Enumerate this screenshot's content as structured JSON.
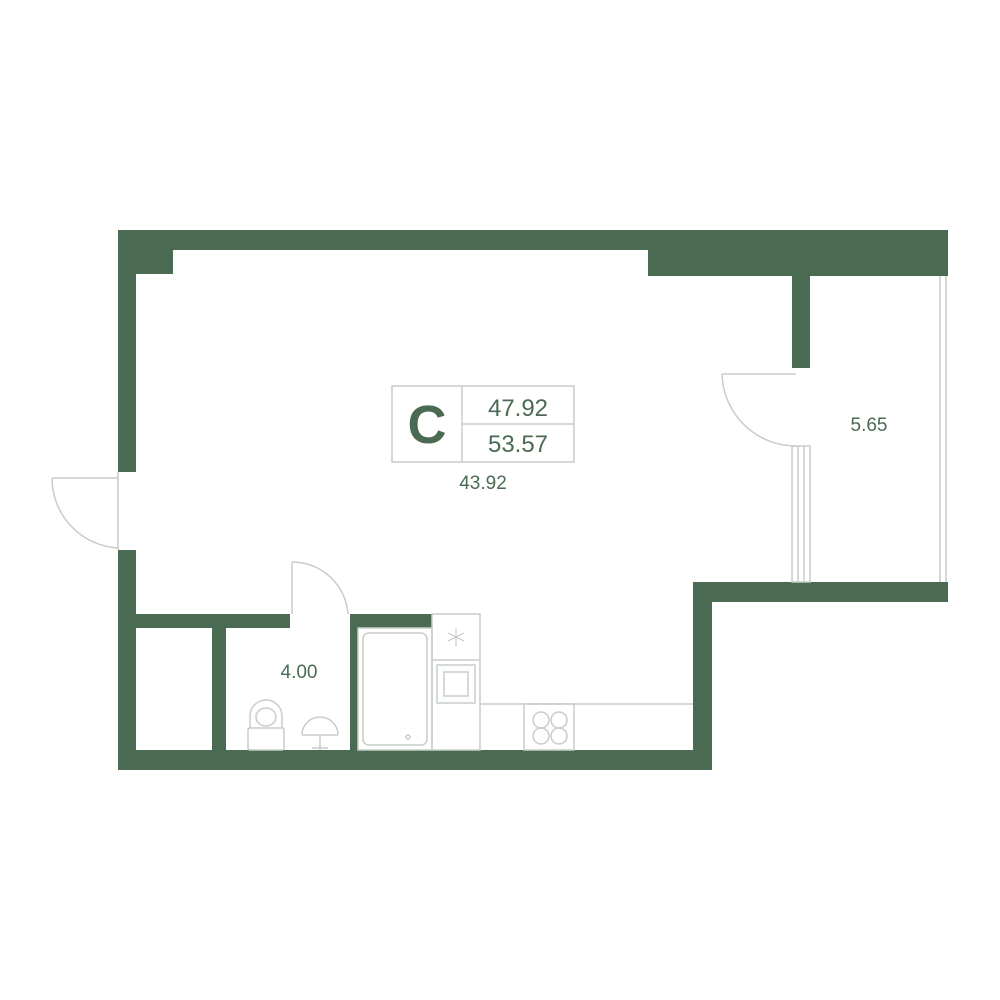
{
  "colors": {
    "wall": "#4a6a52",
    "line": "#c8cdc9",
    "text": "#4a6a52",
    "background": "#ffffff"
  },
  "apartment": {
    "type_letter": "C",
    "living_area": "47.92",
    "total_area": "53.57"
  },
  "rooms": {
    "studio_area": "43.92",
    "bathroom_area": "4.00",
    "balcony_area": "5.65"
  }
}
